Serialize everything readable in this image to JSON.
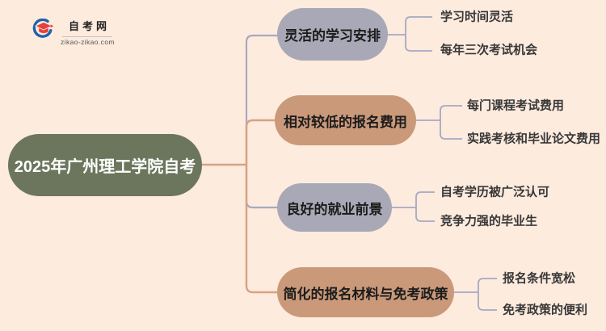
{
  "page": {
    "background_color": "#FDEBDE",
    "type": "mindmap-infographic"
  },
  "logo": {
    "site_name": "自考网",
    "site_url": "zikao-zikao.com",
    "icon": "graduation-cap-crescent-icon",
    "cap_color": "#E8403C",
    "crescent_color": "#1E62AE"
  },
  "mindmap": {
    "root": {
      "label": "2025年广州理工学院自考",
      "color": "#6C765C",
      "text_color": "#FFFFFF"
    },
    "connector_colors": {
      "salmon": "#D9A183",
      "lavender": "#A8A8C4"
    },
    "branches": [
      {
        "label": "灵活的学习安排",
        "color": "#A9A8B6",
        "leaves": [
          "学习时间灵活",
          "每年三次考试机会"
        ]
      },
      {
        "label": "相对较低的报名费用",
        "color": "#CA997A",
        "leaves": [
          "每门课程考试费用",
          "实践考核和毕业论文费用"
        ]
      },
      {
        "label": "良好的就业前景",
        "color": "#A9A8B6",
        "leaves": [
          "自考学历被广泛认可",
          "竞争力强的毕业生"
        ]
      },
      {
        "label": "简化的报名材料与免考政策",
        "color": "#CA997A",
        "leaves": [
          "报名条件宽松",
          "免考政策的便利"
        ]
      }
    ]
  }
}
